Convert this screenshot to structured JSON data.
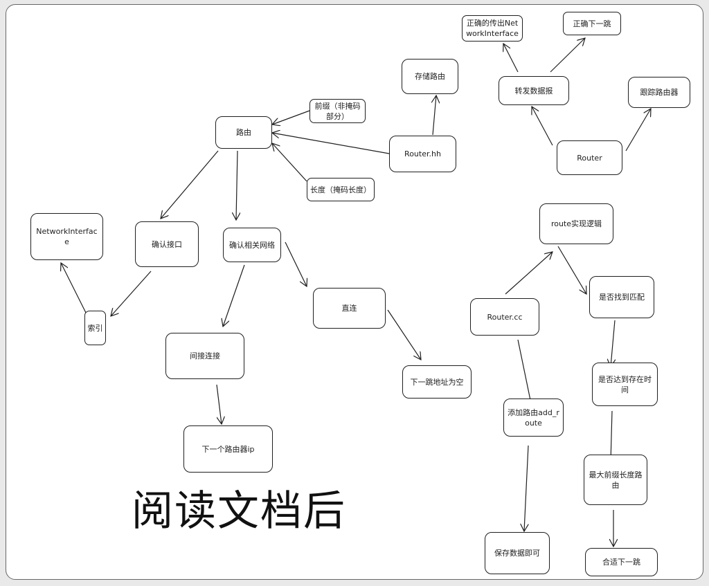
{
  "title": "阅读文档后",
  "nodes": {
    "routing": "路由",
    "prefix": "前缀（非掩码部分）",
    "length": "长度（掩码长度）",
    "router_hh": "Router.hh",
    "store_route": "存储路由",
    "correct_iface": "正确的传出NetworkInterface",
    "correct_next_hop": "正确下一跳",
    "forward_datagram": "转发数据报",
    "track_router": "跟踪路由器",
    "router": "Router",
    "network_interface": "NetworkInterface",
    "confirm_iface": "确认接口",
    "confirm_network": "确认相关网络",
    "index": "索引",
    "direct": "直连",
    "next_hop_empty": "下一跳地址为空",
    "indirect": "间接连接",
    "next_router_ip": "下一个路由器ip",
    "route_logic": "route实现逻辑",
    "router_cc": "Router.cc",
    "found_match": "是否找到匹配",
    "reached_ttl": "是否达到存在时间",
    "add_route": "添加路由add_route",
    "longest_prefix": "最大前缀长度路由",
    "save_data": "保存数据即可",
    "proper_next_hop": "合适下一跳"
  }
}
